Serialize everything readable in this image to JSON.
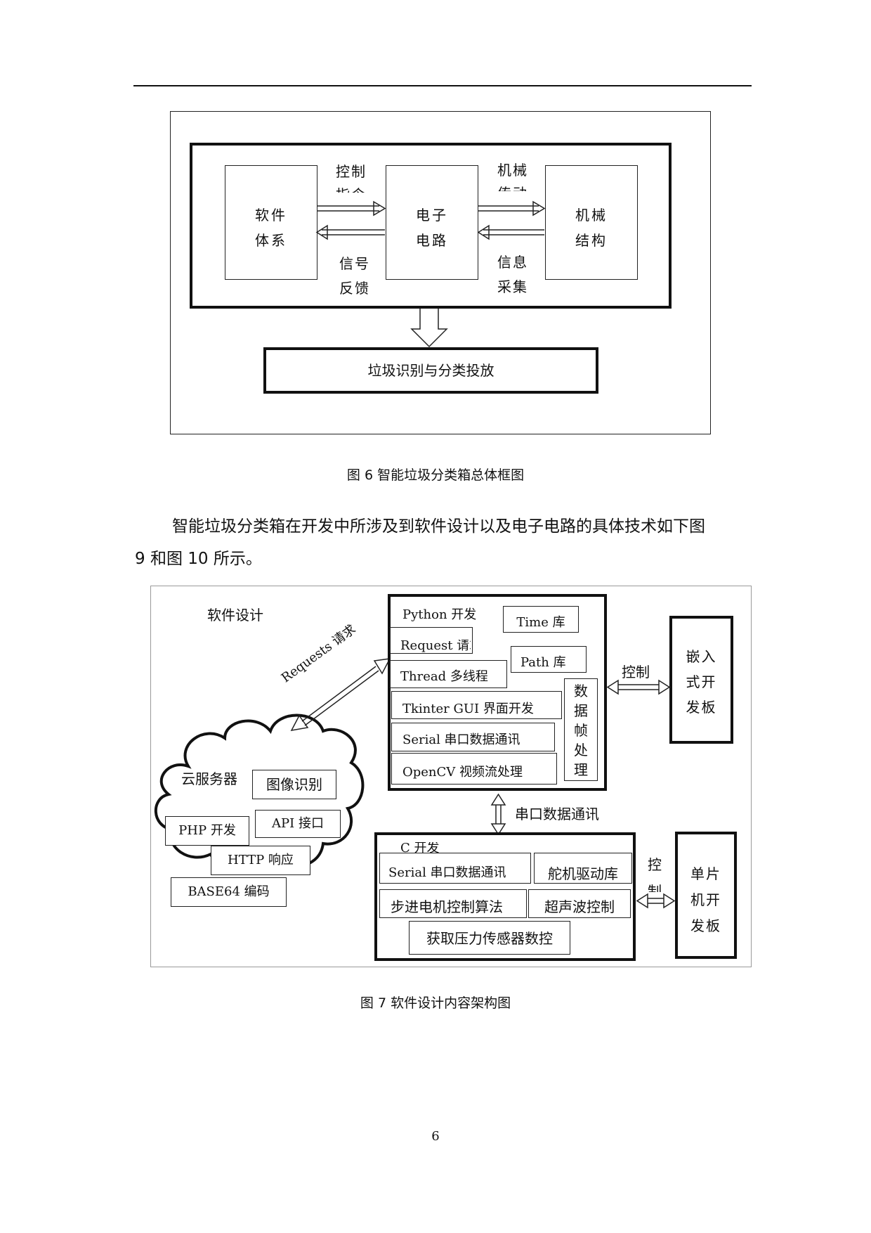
{
  "fig6": {
    "software": [
      "软件",
      "体系"
    ],
    "electronics": [
      "电子",
      "电路"
    ],
    "mechanical": [
      "机械",
      "结构"
    ],
    "arrow_control": [
      "控制",
      "指令"
    ],
    "arrow_feedback": [
      "信号",
      "反馈"
    ],
    "arrow_transmission": [
      "机械",
      "传动"
    ],
    "arrow_collect": [
      "信息",
      "采集"
    ],
    "result": "垃圾识别与分类投放",
    "caption": "图 6  智能垃圾分类箱总体框图"
  },
  "paragraph": {
    "line1": "智能垃圾分类箱在开发中所涉及到软件设计以及电子电路的具体技术如下图",
    "line2": "9 和图 10 所示。"
  },
  "fig7": {
    "software_design": "软件设计",
    "requests_label": "Requests 请求",
    "cloud": {
      "title": "云服务器",
      "image_recognition": "图像识别",
      "php": "PHP 开发",
      "api": "API 接口",
      "http": "HTTP 响应",
      "base64": "BASE64 编码"
    },
    "python": {
      "title": "Python 开发",
      "time": "Time 库",
      "request": "Request 请求",
      "path": "Path 库",
      "thread": "Thread 多线程",
      "tkinter": "Tkinter GUI 界面开发",
      "serial": "Serial 串口数据通讯",
      "opencv": "OpenCV 视频流处理",
      "frame": [
        "数",
        "据",
        "帧",
        "处",
        "理"
      ]
    },
    "control_top": "控制",
    "embedded": [
      "嵌入",
      "式开",
      "发板"
    ],
    "serial_comm": "串口数据通讯",
    "c_dev": {
      "title": "C 开发",
      "serial": "Serial 串口数据通讯",
      "servo": "舵机驱动库",
      "stepper": "步进电机控制算法",
      "ultrasonic": "超声波控制",
      "pressure": "获取压力传感器数控"
    },
    "control_bottom": [
      "控",
      "制"
    ],
    "mcu": [
      "单片",
      "机开",
      "发板"
    ],
    "caption": "图 7  软件设计内容架构图"
  },
  "page_number": "6"
}
